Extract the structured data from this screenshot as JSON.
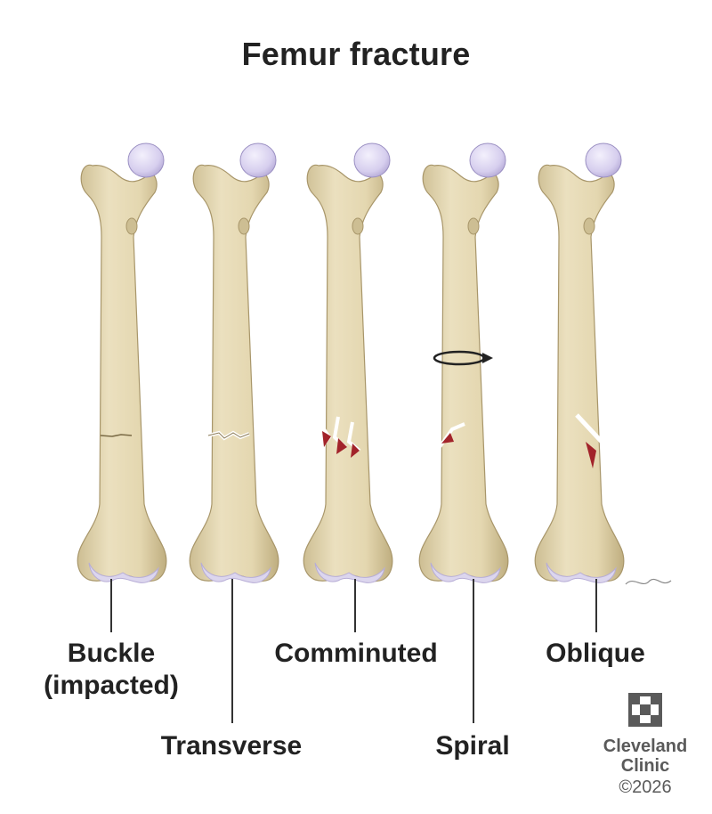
{
  "title": "Femur fracture",
  "fracture_types": [
    {
      "label": "Buckle\n(impacted)"
    },
    {
      "label": "Transverse"
    },
    {
      "label": "Comminuted"
    },
    {
      "label": "Spiral"
    },
    {
      "label": "Oblique"
    }
  ],
  "brand": {
    "line1": "Cleveland",
    "line2": "Clinic",
    "copyright": "©2026",
    "logo": "cleveland-clinic-cross-logo"
  },
  "colors": {
    "bone": "#E6D9B3",
    "bone_shadow": "#C9B98E",
    "femoral_head": "#D9D2F0",
    "condyle": "#DCD6EE",
    "fracture_blood": "#A2232A",
    "text": "#222222",
    "brand_gray": "#5A5A5A"
  },
  "icons": [
    "rotation-arrow-icon",
    "cleveland-clinic-logo-icon"
  ]
}
